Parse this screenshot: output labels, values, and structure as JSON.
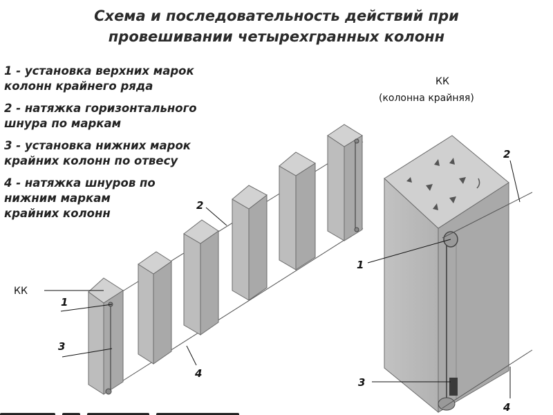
{
  "title": {
    "line1": "Схема и последовательность действий при",
    "line2": "провешивании четырехгранных колонн"
  },
  "steps": [
    {
      "text": "1 - установка верхних марок\nколонн крайнего ряда"
    },
    {
      "text": "2 - натяжка горизонтального\nшнура по маркам"
    },
    {
      "text": "3 - установка нижних марок\nкрайних колонн по отвесу"
    },
    {
      "text": "4 - натяжка шнуров по\nнижним маркам\nкрайних колонн"
    }
  ],
  "labels": {
    "kk_left": "КК",
    "n1_left": "1",
    "n3_left": "3",
    "n2_mid": "2",
    "n4_mid": "4",
    "kk_right": "КК",
    "kk_right_caption": "(колонна крайняя)",
    "n1_right": "1",
    "n2_right": "2",
    "n3_right": "3",
    "n4_right": "4"
  },
  "colors": {
    "column_front": "#b9b9b9",
    "column_side": "#a6a6a6",
    "column_top": "#cfcfcf",
    "outline": "#6a6a6a",
    "text": "#222222"
  }
}
